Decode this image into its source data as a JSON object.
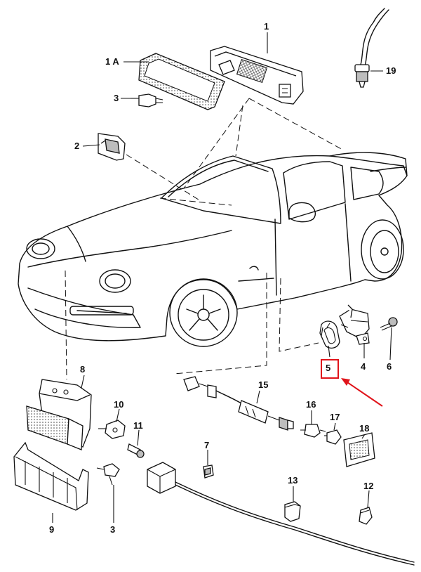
{
  "callouts": {
    "c1": "1",
    "c1a": "1 A",
    "c2": "2",
    "c3_top": "3",
    "c3_bottom": "3",
    "c4": "4",
    "c5": "5",
    "c6": "6",
    "c7": "7",
    "c8": "8",
    "c9": "9",
    "c10": "10",
    "c11": "11",
    "c12": "12",
    "c13": "13",
    "c15": "15",
    "c16": "16",
    "c17": "17",
    "c18": "18",
    "c19": "19"
  },
  "highlight": {
    "box_color": "#e0131a",
    "arrow_color": "#e0131a",
    "target_part": "5"
  }
}
